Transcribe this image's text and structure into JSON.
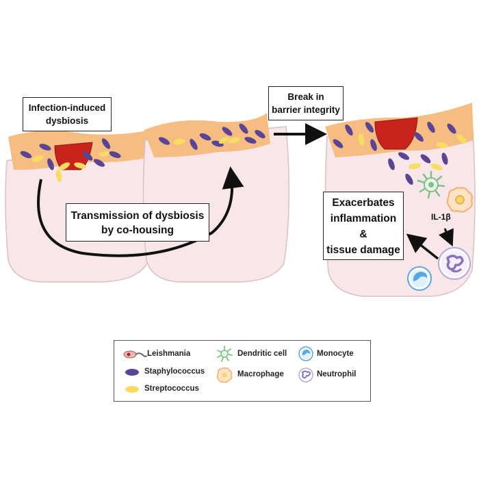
{
  "labels": {
    "infection_line1": "Infection-induced",
    "infection_line2": "dysbiosis",
    "transmission_line1": "Transmission of dysbiosis",
    "transmission_line2": "by co-housing",
    "break_line1": "Break in",
    "break_line2": "barrier integrity",
    "exacerbates_line1": "Exacerbates",
    "exacerbates_line2": "inflammation",
    "exacerbates_line3": "&",
    "exacerbates_line4": "tissue damage",
    "cytokine": "IL-1β"
  },
  "legend": {
    "leishmania": "Leishmania",
    "staphylococcus": "Staphylococcus",
    "streptococcus": "Streptococcus",
    "dendritic_cell": "Dendritic cell",
    "macrophage": "Macrophage",
    "monocyte": "Monocyte",
    "neutrophil": "Neutrophil"
  },
  "colors": {
    "skin_body": "#f8e6e8",
    "skin_outline": "#d4c2c4",
    "epidermis": "#f6bd83",
    "lesion": "#c8231c",
    "staphylococcus": "#5a4595",
    "streptococcus": "#f7dc62",
    "dendritic_cell": "#7fbf8a",
    "macrophage": "#f3b070",
    "monocyte": "#5aa6e0",
    "neutrophil": "#8a72b8"
  }
}
